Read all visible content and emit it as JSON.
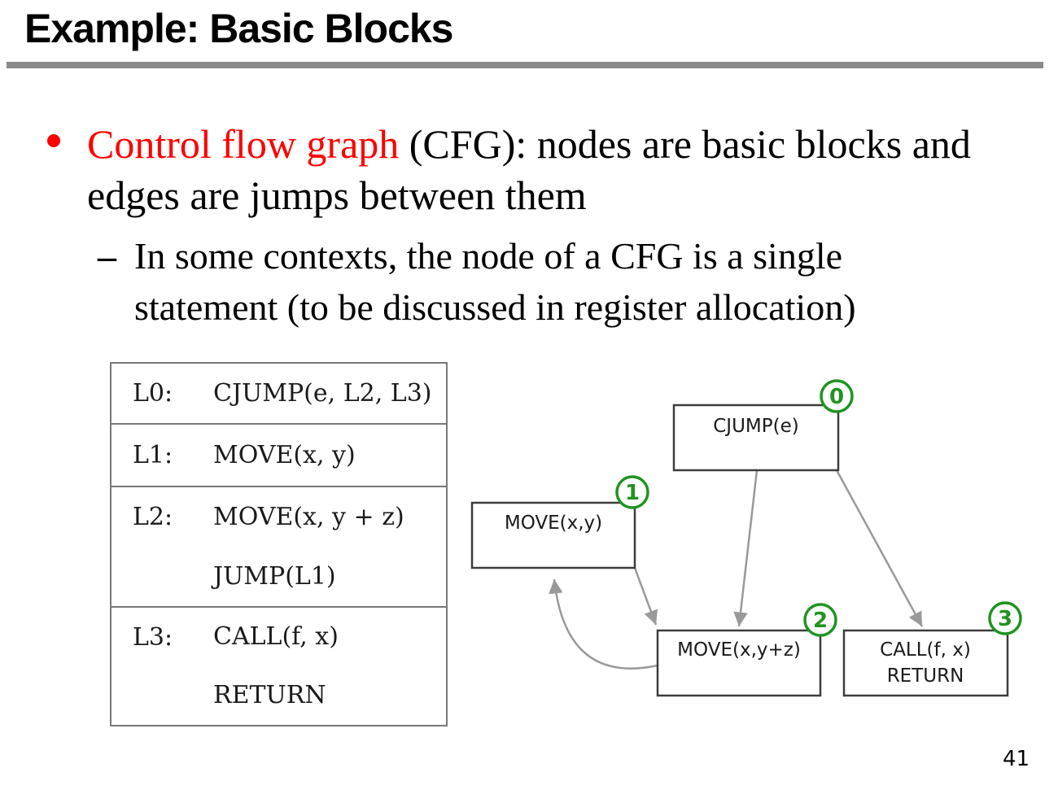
{
  "slide": {
    "title": "Example: Basic Blocks",
    "page_number": "41"
  },
  "bullets": {
    "main": {
      "line1_highlight": "Control flow graph",
      "line1_rest": " (CFG): nodes are basic blocks and",
      "line2": "edges are jumps between them"
    },
    "sub": {
      "dash": "–",
      "line1": "In some contexts, the node of a CFG is a single",
      "line2": "statement (to be discussed in register allocation)"
    }
  },
  "code_table": {
    "rows": [
      {
        "label": "L0:",
        "lines": [
          "CJUMP(e, L2, L3)"
        ]
      },
      {
        "label": "L1:",
        "lines": [
          "MOVE(x, y)"
        ]
      },
      {
        "label": "L2:",
        "lines": [
          "MOVE(x, y + z)",
          "JUMP(L1)"
        ]
      },
      {
        "label": "L3:",
        "lines": [
          "CALL(f, x)",
          "RETURN"
        ]
      }
    ]
  },
  "diagram": {
    "nodes": [
      {
        "label": "CJUMP(e)",
        "badge": "0"
      },
      {
        "label": "MOVE(x,y)",
        "badge": "1"
      },
      {
        "label": "MOVE(x,y+z)",
        "badge": "2"
      },
      {
        "label": "CALL(f, x)",
        "line2": "RETURN",
        "badge": "3"
      }
    ],
    "edges": [
      {
        "from": "0",
        "to": "2"
      },
      {
        "from": "0",
        "to": "3"
      },
      {
        "from": "1",
        "to": "2"
      },
      {
        "from": "2",
        "to": "1",
        "style": "curved"
      }
    ]
  },
  "colors": {
    "highlight_red": "#ff0000",
    "badge_green": "#1f9421",
    "arrow_gray": "#999999",
    "rule_gray": "#8a8a8a",
    "box_border": "#3d3d3d"
  }
}
